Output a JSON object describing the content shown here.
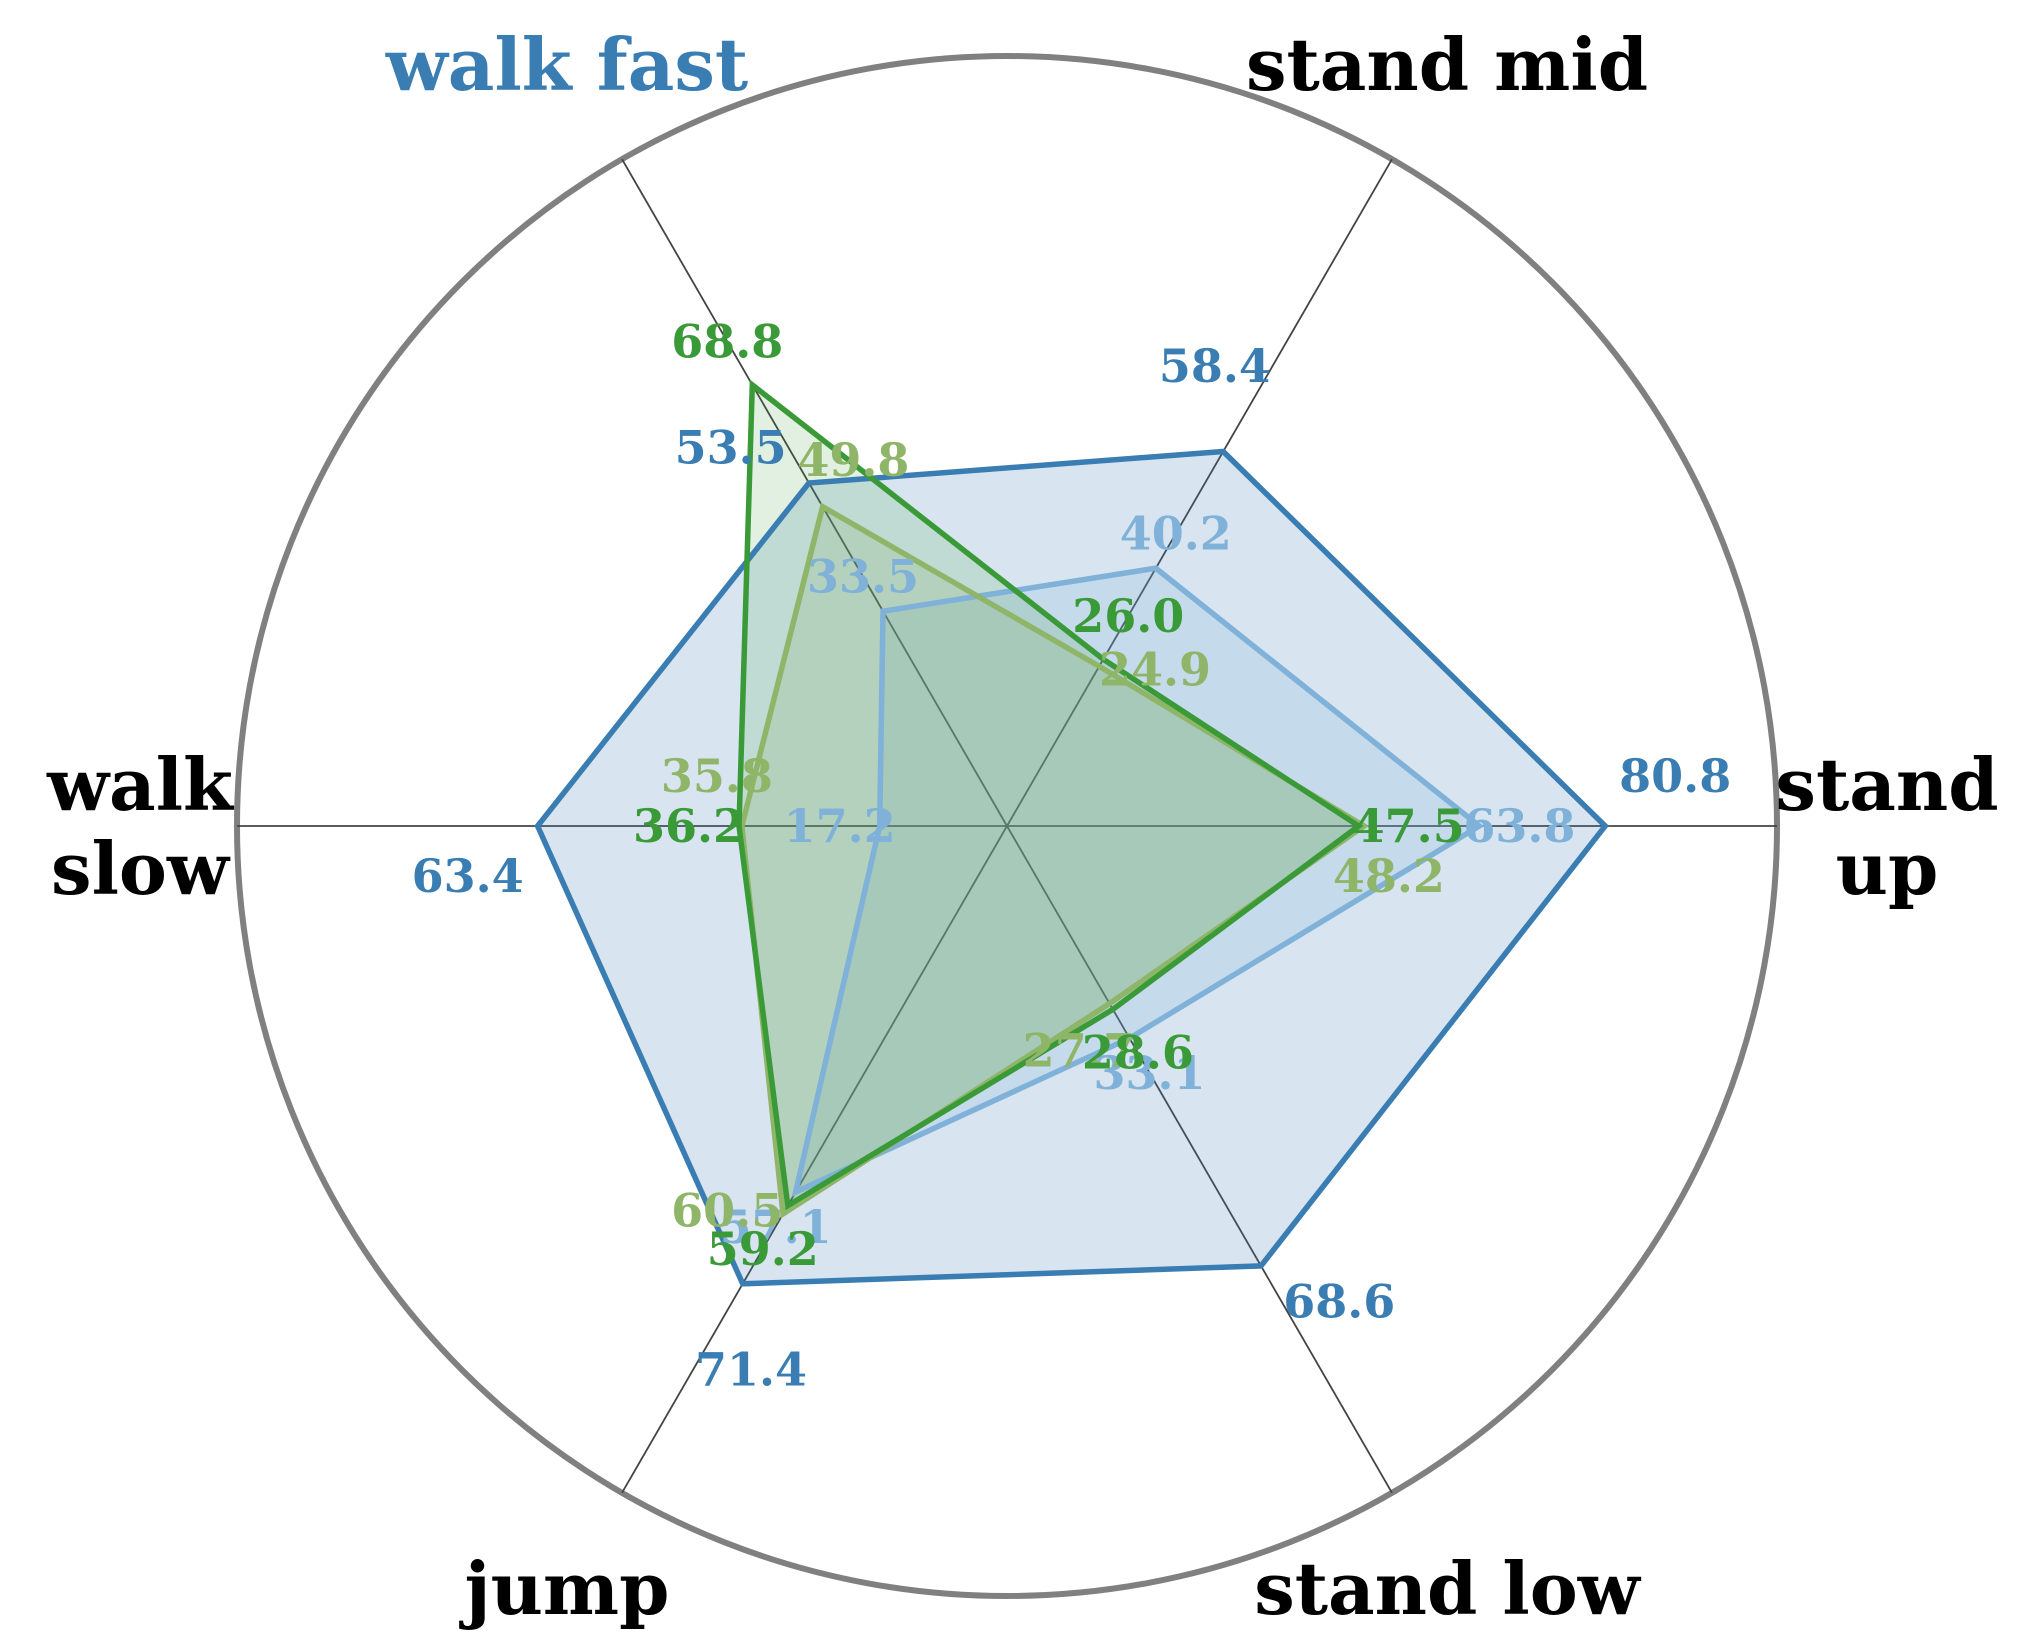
{
  "chart_data": {
    "type": "radar",
    "axes": [
      {
        "label": [
          "stand",
          "up"
        ],
        "highlight": false
      },
      {
        "label": [
          "stand mid"
        ],
        "highlight": false
      },
      {
        "label": [
          "walk fast"
        ],
        "highlight": true
      },
      {
        "label": [
          "walk",
          "slow"
        ],
        "highlight": false
      },
      {
        "label": [
          "jump"
        ],
        "highlight": false
      },
      {
        "label": [
          "stand low"
        ],
        "highlight": false
      }
    ],
    "rmax": 104,
    "grid": true,
    "series": [
      {
        "values": [
          80.8,
          58.4,
          53.5,
          63.4,
          71.4,
          68.6
        ],
        "labels": [
          "80.8",
          "58.4",
          "53.5",
          "63.4",
          "71.4",
          "68.6"
        ],
        "color": "#3a7db2",
        "fill_opacity": 0.2
      },
      {
        "values": [
          63.8,
          40.2,
          33.5,
          17.2,
          57.1,
          33.1
        ],
        "labels": [
          "63.8",
          "40.2",
          "33.5",
          "17.2",
          "57.1",
          "33.1"
        ],
        "color": "#7fb1d9",
        "fill_opacity": 0.2
      },
      {
        "values": [
          48.2,
          24.9,
          49.8,
          35.8,
          60.5,
          27.7
        ],
        "labels": [
          "48.2",
          "24.9",
          "49.8",
          "35.8",
          "60.5",
          "27.7"
        ],
        "color": "#8fb569",
        "fill_opacity": 0.2
      },
      {
        "values": [
          47.5,
          26.0,
          68.8,
          36.2,
          59.2,
          28.6
        ],
        "labels": [
          "47.5",
          "26.0",
          "68.8",
          "36.2",
          "59.2",
          "28.6"
        ],
        "color": "#3a9a38",
        "fill_opacity": 0.15
      }
    ],
    "label_color": "#000000",
    "highlight_color": "#3a7db2",
    "grid_color": "#444444",
    "frame_color": "#808080"
  }
}
